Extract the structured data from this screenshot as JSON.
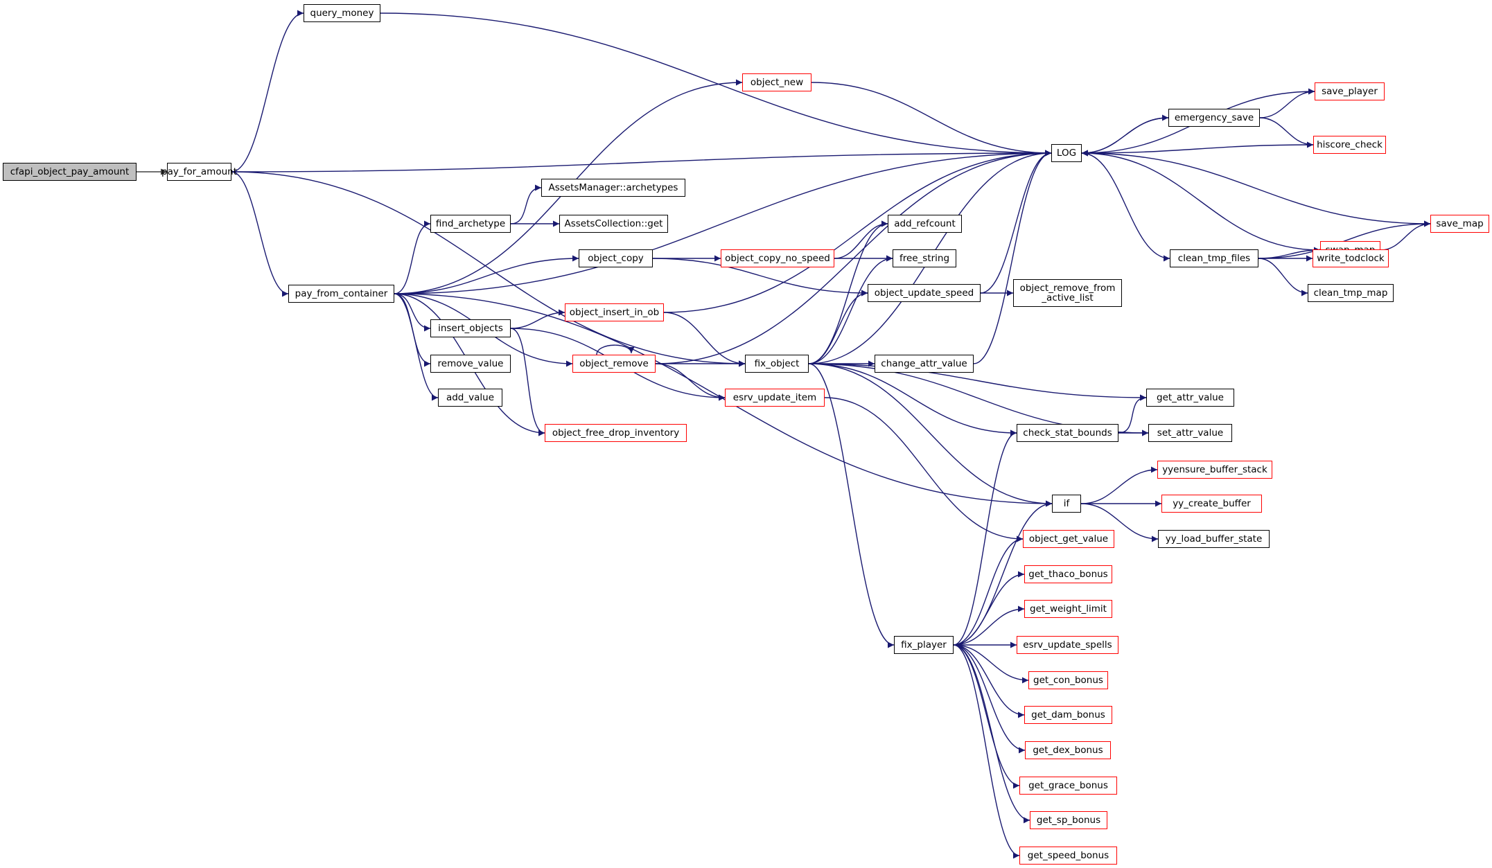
{
  "colors": {
    "edge": "#191970",
    "root_edge": "#404040",
    "node_border": "#000000",
    "external_border": "#ff0000",
    "root_fill": "#bfbfbf"
  },
  "nodes": {
    "cfapi_object_pay_amount": {
      "label": "cfapi_object_pay_amount",
      "style": "root"
    },
    "pay_for_amount": {
      "label": "pay_for_amount",
      "style": "normal"
    },
    "query_money": {
      "label": "query_money",
      "style": "normal"
    },
    "pay_from_container": {
      "label": "pay_from_container",
      "style": "normal"
    },
    "object_new": {
      "label": "object_new",
      "style": "external"
    },
    "LOG": {
      "label": "LOG",
      "style": "normal"
    },
    "emergency_save": {
      "label": "emergency_save",
      "style": "normal"
    },
    "save_player": {
      "label": "save_player",
      "style": "external"
    },
    "hiscore_check": {
      "label": "hiscore_check",
      "style": "external"
    },
    "find_archetype": {
      "label": "find_archetype",
      "style": "normal"
    },
    "assets_manager_archetypes": {
      "label": "AssetsManager::archetypes",
      "style": "normal"
    },
    "assets_collection_get": {
      "label": "AssetsCollection::get",
      "style": "normal"
    },
    "object_copy": {
      "label": "object_copy",
      "style": "normal"
    },
    "object_copy_no_speed": {
      "label": "object_copy_no_speed",
      "style": "external"
    },
    "add_refcount": {
      "label": "add_refcount",
      "style": "normal"
    },
    "free_string": {
      "label": "free_string",
      "style": "normal"
    },
    "swap_map": {
      "label": "swap_map",
      "style": "external"
    },
    "save_map": {
      "label": "save_map",
      "style": "external"
    },
    "clean_tmp_files": {
      "label": "clean_tmp_files",
      "style": "normal"
    },
    "write_todclock": {
      "label": "write_todclock",
      "style": "external"
    },
    "clean_tmp_map": {
      "label": "clean_tmp_map",
      "style": "normal"
    },
    "object_insert_in_ob": {
      "label": "object_insert_in_ob",
      "style": "external"
    },
    "object_update_speed": {
      "label": "object_update_speed",
      "style": "normal"
    },
    "object_remove_from_active_list": {
      "label": "object_remove_from\n_active_list",
      "style": "normal"
    },
    "insert_objects": {
      "label": "insert_objects",
      "style": "normal"
    },
    "object_remove": {
      "label": "object_remove",
      "style": "external"
    },
    "fix_object": {
      "label": "fix_object",
      "style": "normal"
    },
    "change_attr_value": {
      "label": "change_attr_value",
      "style": "normal"
    },
    "remove_value": {
      "label": "remove_value",
      "style": "normal"
    },
    "add_value": {
      "label": "add_value",
      "style": "normal"
    },
    "esrv_update_item": {
      "label": "esrv_update_item",
      "style": "external"
    },
    "get_attr_value": {
      "label": "get_attr_value",
      "style": "normal"
    },
    "object_free_drop_inventory": {
      "label": "object_free_drop_inventory",
      "style": "external"
    },
    "check_stat_bounds": {
      "label": "check_stat_bounds",
      "style": "normal"
    },
    "set_attr_value": {
      "label": "set_attr_value",
      "style": "normal"
    },
    "yyensure_buffer_stack": {
      "label": "yyensure_buffer_stack",
      "style": "external"
    },
    "if": {
      "label": "if",
      "style": "normal"
    },
    "yy_create_buffer": {
      "label": "yy_create_buffer",
      "style": "external"
    },
    "yy_load_buffer_state": {
      "label": "yy_load_buffer_state",
      "style": "normal"
    },
    "object_get_value": {
      "label": "object_get_value",
      "style": "external"
    },
    "get_thaco_bonus": {
      "label": "get_thaco_bonus",
      "style": "external"
    },
    "get_weight_limit": {
      "label": "get_weight_limit",
      "style": "external"
    },
    "fix_player": {
      "label": "fix_player",
      "style": "normal"
    },
    "esrv_update_spells": {
      "label": "esrv_update_spells",
      "style": "external"
    },
    "get_con_bonus": {
      "label": "get_con_bonus",
      "style": "external"
    },
    "get_dam_bonus": {
      "label": "get_dam_bonus",
      "style": "external"
    },
    "get_dex_bonus": {
      "label": "get_dex_bonus",
      "style": "external"
    },
    "get_grace_bonus": {
      "label": "get_grace_bonus",
      "style": "external"
    },
    "get_sp_bonus": {
      "label": "get_sp_bonus",
      "style": "external"
    },
    "get_speed_bonus": {
      "label": "get_speed_bonus",
      "style": "external"
    }
  },
  "edges": [
    [
      "cfapi_object_pay_amount",
      "pay_for_amount"
    ],
    [
      "pay_for_amount",
      "query_money"
    ],
    [
      "pay_for_amount",
      "LOG"
    ],
    [
      "pay_for_amount",
      "pay_from_container"
    ],
    [
      "pay_for_amount",
      "fix_object"
    ],
    [
      "query_money",
      "LOG"
    ],
    [
      "pay_from_container",
      "object_new"
    ],
    [
      "pay_from_container",
      "LOG"
    ],
    [
      "pay_from_container",
      "find_archetype"
    ],
    [
      "pay_from_container",
      "object_copy"
    ],
    [
      "pay_from_container",
      "insert_objects"
    ],
    [
      "pay_from_container",
      "object_remove"
    ],
    [
      "pay_from_container",
      "remove_value"
    ],
    [
      "pay_from_container",
      "add_value"
    ],
    [
      "pay_from_container",
      "object_free_drop_inventory"
    ],
    [
      "pay_from_container",
      "if"
    ],
    [
      "object_new",
      "LOG"
    ],
    [
      "LOG",
      "emergency_save"
    ],
    [
      "LOG",
      "clean_tmp_files"
    ],
    [
      "emergency_save",
      "LOG"
    ],
    [
      "emergency_save",
      "save_player"
    ],
    [
      "emergency_save",
      "hiscore_check"
    ],
    [
      "save_player",
      "LOG"
    ],
    [
      "hiscore_check",
      "LOG"
    ],
    [
      "find_archetype",
      "assets_manager_archetypes"
    ],
    [
      "find_archetype",
      "assets_collection_get"
    ],
    [
      "object_copy",
      "object_copy_no_speed"
    ],
    [
      "object_copy",
      "object_update_speed"
    ],
    [
      "object_copy_no_speed",
      "add_refcount"
    ],
    [
      "object_copy_no_speed",
      "free_string"
    ],
    [
      "clean_tmp_files",
      "swap_map"
    ],
    [
      "clean_tmp_files",
      "write_todclock"
    ],
    [
      "clean_tmp_files",
      "clean_tmp_map"
    ],
    [
      "clean_tmp_files",
      "save_map"
    ],
    [
      "swap_map",
      "LOG"
    ],
    [
      "swap_map",
      "save_map"
    ],
    [
      "save_map",
      "LOG"
    ],
    [
      "object_insert_in_ob",
      "LOG"
    ],
    [
      "object_insert_in_ob",
      "fix_object"
    ],
    [
      "object_update_speed",
      "LOG"
    ],
    [
      "object_update_speed",
      "object_remove_from_active_list"
    ],
    [
      "insert_objects",
      "object_insert_in_ob"
    ],
    [
      "insert_objects",
      "esrv_update_item"
    ],
    [
      "insert_objects",
      "object_free_drop_inventory"
    ],
    [
      "object_remove",
      "object_remove"
    ],
    [
      "object_remove",
      "LOG"
    ],
    [
      "object_remove",
      "fix_object"
    ],
    [
      "object_remove",
      "esrv_update_item"
    ],
    [
      "fix_object",
      "add_refcount"
    ],
    [
      "fix_object",
      "free_string"
    ],
    [
      "fix_object",
      "object_update_speed"
    ],
    [
      "fix_object",
      "LOG"
    ],
    [
      "fix_object",
      "change_attr_value"
    ],
    [
      "fix_object",
      "get_attr_value"
    ],
    [
      "fix_object",
      "check_stat_bounds"
    ],
    [
      "fix_object",
      "set_attr_value"
    ],
    [
      "fix_object",
      "if"
    ],
    [
      "fix_object",
      "fix_player"
    ],
    [
      "change_attr_value",
      "LOG"
    ],
    [
      "esrv_update_item",
      "object_get_value"
    ],
    [
      "check_stat_bounds",
      "get_attr_value"
    ],
    [
      "check_stat_bounds",
      "set_attr_value"
    ],
    [
      "if",
      "yyensure_buffer_stack"
    ],
    [
      "if",
      "yy_create_buffer"
    ],
    [
      "if",
      "yy_load_buffer_state"
    ],
    [
      "fix_player",
      "check_stat_bounds"
    ],
    [
      "fix_player",
      "if"
    ],
    [
      "fix_player",
      "object_get_value"
    ],
    [
      "fix_player",
      "get_thaco_bonus"
    ],
    [
      "fix_player",
      "get_weight_limit"
    ],
    [
      "fix_player",
      "esrv_update_spells"
    ],
    [
      "fix_player",
      "get_con_bonus"
    ],
    [
      "fix_player",
      "get_dam_bonus"
    ],
    [
      "fix_player",
      "get_dex_bonus"
    ],
    [
      "fix_player",
      "get_grace_bonus"
    ],
    [
      "fix_player",
      "get_sp_bonus"
    ],
    [
      "fix_player",
      "get_speed_bonus"
    ]
  ]
}
